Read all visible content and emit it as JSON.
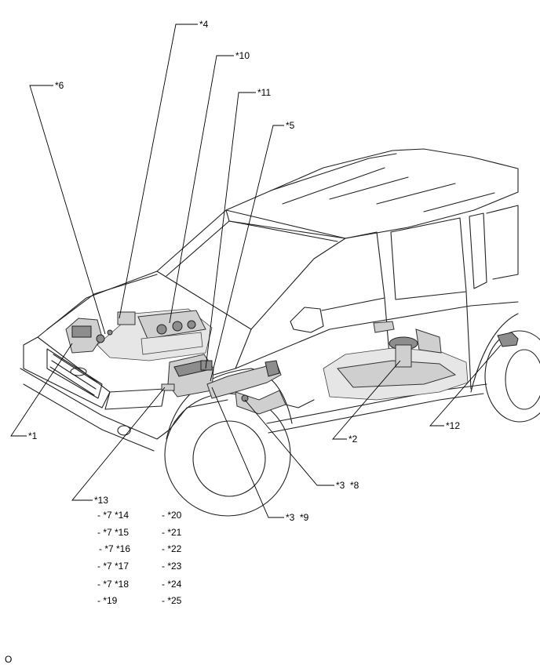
{
  "callouts": {
    "c1": "*1",
    "c2": "*2",
    "c3_8": "*3  *8",
    "c3_9": "*3  *9",
    "c4": "*4",
    "c5": "*5",
    "c6": "*6",
    "c10": "*10",
    "c11": "*11",
    "c12": "*12",
    "c13": "*13"
  },
  "sublist_left": [
    "- *7 *14",
    "- *7 *15",
    "- *7 *16",
    "- *7 *17",
    "- *7 *18",
    "- *19"
  ],
  "sublist_right": [
    "- *20",
    "- *21",
    "- *22",
    "- *23",
    "- *24",
    "- *25"
  ],
  "figure_id": "O"
}
